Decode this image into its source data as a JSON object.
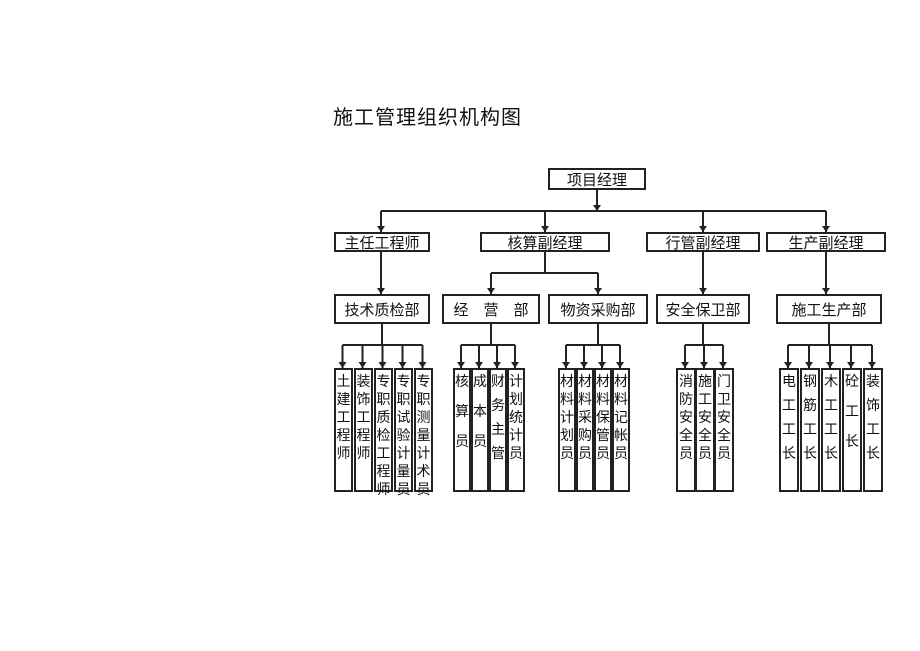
{
  "title": "施工管理组织机构图",
  "root": "项目经理",
  "level1": [
    {
      "label": "主任工程师"
    },
    {
      "label": "核算副经理"
    },
    {
      "label": "行管副经理"
    },
    {
      "label": "生产副经理"
    }
  ],
  "level2": [
    {
      "label": "技术质检部",
      "parent": 0
    },
    {
      "label": "经　营　部",
      "parent": 1
    },
    {
      "label": "物资采购部",
      "parent": 1
    },
    {
      "label": "安全保卫部",
      "parent": 2
    },
    {
      "label": "施工生产部",
      "parent": 3
    }
  ],
  "level3": [
    {
      "parent": 0,
      "items": [
        "土建工程师",
        "装饰工程师",
        "专职质检工程师",
        "专职试验计量员",
        "专职测量计术员"
      ]
    },
    {
      "parent": 1,
      "items": [
        "核算员",
        "成本员",
        "财务主管",
        "计划统计员"
      ]
    },
    {
      "parent": 2,
      "items": [
        "材料计划员",
        "材料采购员",
        "材料保管员",
        "材料记帐员"
      ]
    },
    {
      "parent": 3,
      "items": [
        "消防安全员",
        "施工安全员",
        "门卫安全员"
      ]
    },
    {
      "parent": 4,
      "items": [
        "电工工长",
        "钢筋工长",
        "木工工长",
        "砼工长",
        "装饰工长"
      ]
    }
  ]
}
